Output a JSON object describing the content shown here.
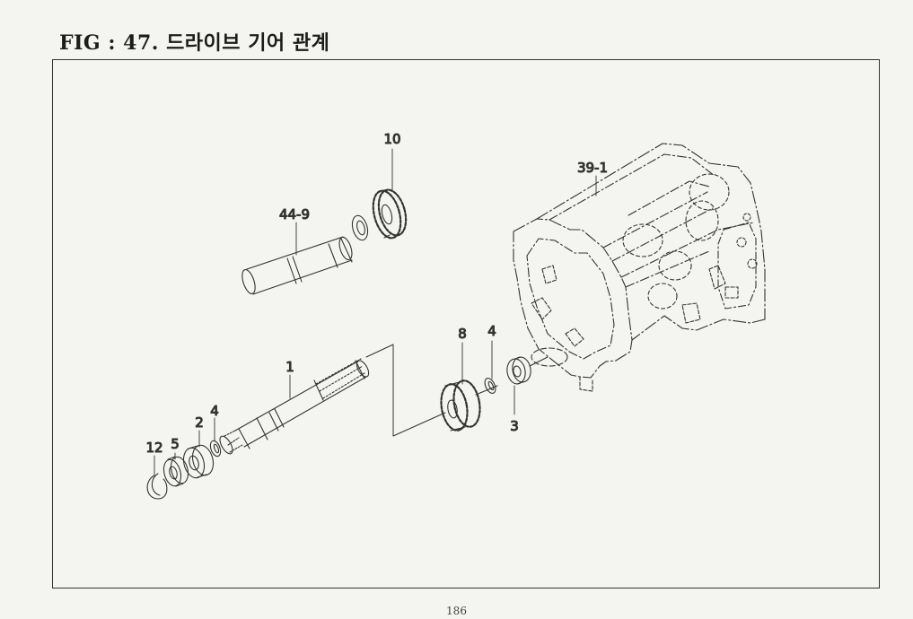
{
  "title": "FIG : 47. 드라이브 기어 관계",
  "page_number": "186",
  "callouts": {
    "p10": "10",
    "p44_9": "44-9",
    "p39_1": "39-1",
    "p1": "1",
    "p8": "8",
    "p4a": "4",
    "p3": "3",
    "p2": "2",
    "p4b": "4",
    "p12": "12",
    "p5": "5"
  }
}
